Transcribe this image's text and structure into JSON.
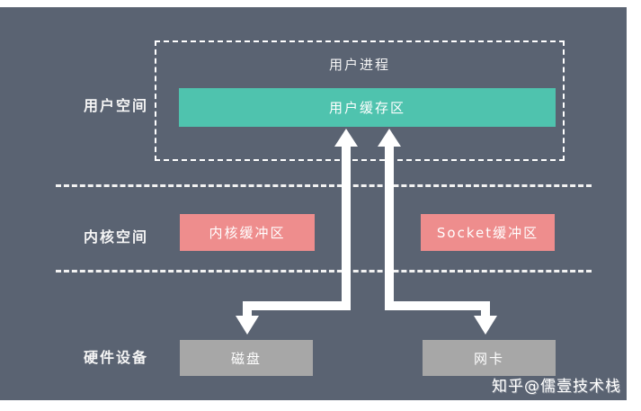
{
  "layers": {
    "user_space_label": "用户空间",
    "kernel_space_label": "内核空间",
    "hardware_label": "硬件设备"
  },
  "boxes": {
    "user_process": "用户进程",
    "user_buffer": "用户缓存区",
    "kernel_buffer": "内核缓冲区",
    "socket_buffer": "Socket缓冲区",
    "disk": "磁盘",
    "nic": "网卡"
  },
  "watermark": "知乎@儒壹技术栈",
  "colors": {
    "panel": "#5a6372",
    "user_buffer": "#4fc3ae",
    "kernel_buffer": "#ee8d8d",
    "hardware_box": "#a7a7a7",
    "arrow": "#ffffff",
    "dashed_line": "#f2f2f2",
    "text": "#ffffff"
  }
}
